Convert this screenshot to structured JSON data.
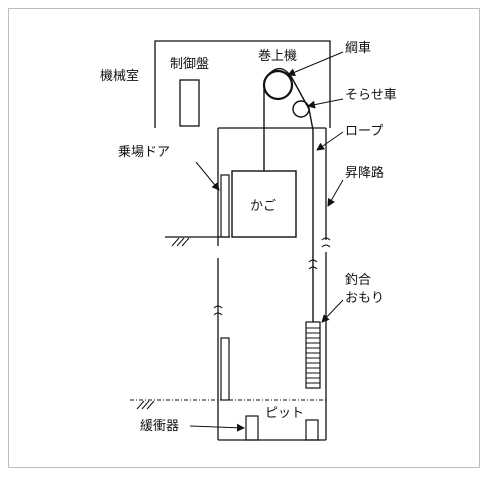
{
  "labels": {
    "machine_room": "機械室",
    "control_panel": "制御盤",
    "hoist": "巻上機",
    "sheave": "綱車",
    "deflector_sheave": "そらせ車",
    "rope": "ロープ",
    "landing_door": "乗場ドア",
    "hoistway": "昇降路",
    "car": "かご",
    "counterweight_line1": "釣合",
    "counterweight_line2": "おもり",
    "pit": "ピット",
    "buffer": "緩衝器"
  }
}
